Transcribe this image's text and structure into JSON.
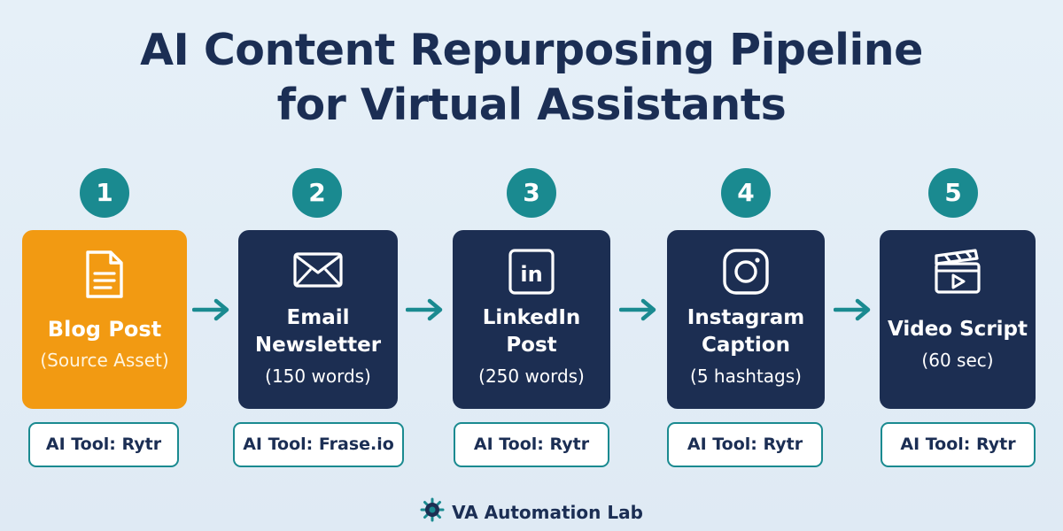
{
  "title": {
    "line1": "AI Content Repurposing Pipeline",
    "line2": "for Virtual Assistants"
  },
  "steps": [
    {
      "number": "1",
      "name_line1": "Blog Post",
      "name_line2": "",
      "detail": "(Source Asset)",
      "tool": "AI Tool: Rytr",
      "icon": "document-icon",
      "color": "#f29a12"
    },
    {
      "number": "2",
      "name_line1": "Email",
      "name_line2": "Newsletter",
      "detail": "(150 words)",
      "tool": "AI Tool: Frase.io",
      "icon": "envelope-icon",
      "color": "#1c2e52"
    },
    {
      "number": "3",
      "name_line1": "LinkedIn",
      "name_line2": "Post",
      "detail": "(250 words)",
      "tool": "AI Tool: Rytr",
      "icon": "linkedin-icon",
      "color": "#1c2e52"
    },
    {
      "number": "4",
      "name_line1": "Instagram",
      "name_line2": "Caption",
      "detail": "(5 hashtags)",
      "tool": "AI Tool: Rytr",
      "icon": "instagram-icon",
      "color": "#1c2e52"
    },
    {
      "number": "5",
      "name_line1": "Video Script",
      "name_line2": "",
      "detail": "(60 sec)",
      "tool": "AI Tool: Rytr",
      "icon": "clapperboard-icon",
      "color": "#1c2e52"
    }
  ],
  "footer": {
    "brand": "VA Automation Lab",
    "logo_icon": "gear-network-icon"
  },
  "colors": {
    "accent": "#1a8a90",
    "navy": "#1c2e52",
    "source": "#f29a12",
    "background": "#e6f0f8"
  }
}
